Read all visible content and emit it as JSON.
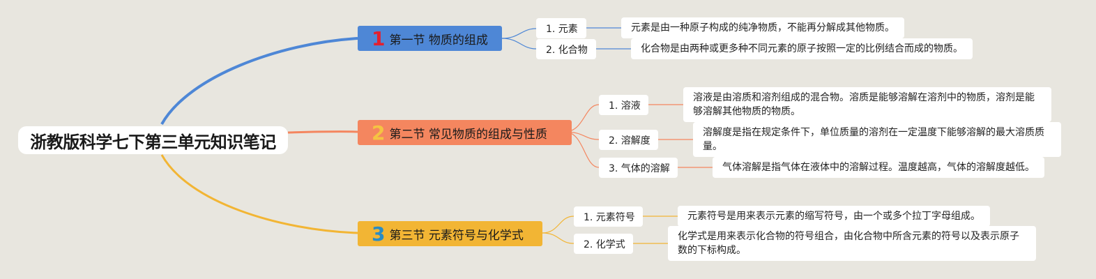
{
  "root": {
    "title": "浙教版科学七下第三单元知识笔记"
  },
  "sections": [
    {
      "number": "1",
      "title": "第一节 物质的组成",
      "color": "#4e87d6",
      "topics": [
        {
          "label": "1. 元素",
          "text": "元素是由一种原子构成的纯净物质，不能再分解成其他物质。"
        },
        {
          "label": "2. 化合物",
          "text": "化合物是由两种或更多种不同元素的原子按照一定的比例结合而成的物质。"
        }
      ]
    },
    {
      "number": "2",
      "title": "第二节 常见物质的组成与性质",
      "color": "#f4865f",
      "topics": [
        {
          "label": "1. 溶液",
          "text": "溶液是由溶质和溶剂组成的混合物。溶质是能够溶解在溶剂中的物质，溶剂是能够溶解其他物质的物质。"
        },
        {
          "label": "2. 溶解度",
          "text": "溶解度是指在规定条件下，单位质量的溶剂在一定温度下能够溶解的最大溶质质量。"
        },
        {
          "label": "3. 气体的溶解",
          "text": "气体溶解是指气体在液体中的溶解过程。温度越高，气体的溶解度越低。"
        }
      ]
    },
    {
      "number": "3",
      "title": "第三节 元素符号与化学式",
      "color": "#f2b534",
      "topics": [
        {
          "label": "1. 元素符号",
          "text": "元素符号是用来表示元素的缩写符号，由一个或多个拉丁字母组成。"
        },
        {
          "label": "2. 化学式",
          "text": "化学式是用来表示化合物的符号组合，由化合物中所含元素的符号以及表示原子数的下标构成。"
        }
      ]
    }
  ]
}
